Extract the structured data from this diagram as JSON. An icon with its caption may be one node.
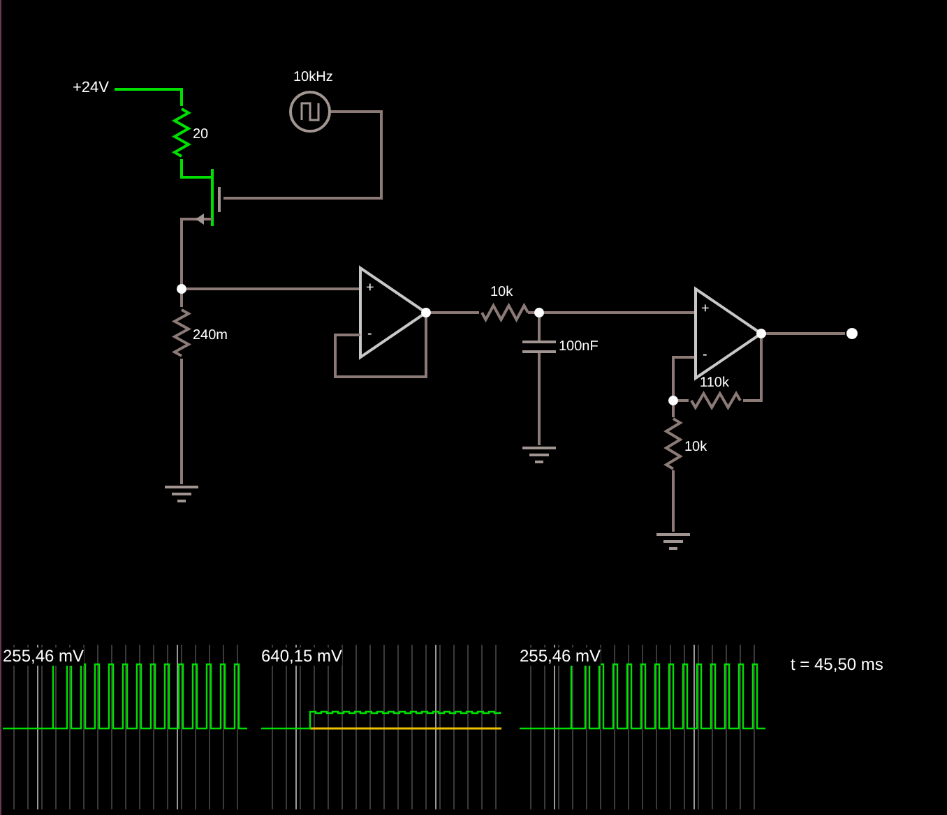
{
  "diagram": {
    "nodes": [
      {
        "text": [
          "+24V"
        ]
      },
      {
        "text": [
          "20"
        ]
      },
      {
        "text": [
          "10kHz"
        ]
      },
      {
        "text": [],
        "shape": "transistor"
      },
      {
        "text": [
          "240m"
        ]
      },
      {
        "text": [],
        "shape": "ground"
      },
      {
        "text": [
          "+",
          "-"
        ]
      },
      {
        "text": [
          "10k"
        ]
      },
      {
        "text": [
          "100nF"
        ]
      },
      {
        "text": [],
        "shape": "ground"
      },
      {
        "text": [
          "+",
          "-"
        ]
      },
      {
        "text": [
          "110k"
        ]
      },
      {
        "text": [
          "10k"
        ]
      },
      {
        "text": [],
        "shape": "ground"
      },
      {
        "text": [],
        "shape": "circle"
      }
    ],
    "edges": [
      {
        "from": 0,
        "to": 1,
        "arrow": "none",
        "color": "#00e000"
      },
      {
        "from": 1,
        "to": 3,
        "arrow": "none",
        "color": "#00e000"
      },
      {
        "from": 2,
        "to": 3,
        "arrow": "none"
      },
      {
        "from": 3,
        "to": 4,
        "arrow": "none"
      },
      {
        "from": 4,
        "to": 6,
        "arrow": "none"
      },
      {
        "from": 4,
        "to": 5,
        "arrow": "none"
      },
      {
        "from": 6,
        "to": 7,
        "arrow": "none"
      },
      {
        "from": 7,
        "to": 8,
        "arrow": "none"
      },
      {
        "from": 7,
        "to": 10,
        "arrow": "none"
      },
      {
        "from": 8,
        "to": 9,
        "arrow": "none"
      },
      {
        "from": 10,
        "to": 14,
        "arrow": "none"
      },
      {
        "from": 10,
        "to": 11,
        "arrow": "none"
      },
      {
        "from": 11,
        "to": 12,
        "arrow": "none"
      },
      {
        "from": 12,
        "to": 10,
        "arrow": "none"
      },
      {
        "from": 12,
        "to": 13,
        "arrow": "none"
      }
    ],
    "labels": [
      "255,46 mV",
      "640,15 mV",
      "255,46 mV",
      "t = 45,50 ms"
    ]
  }
}
